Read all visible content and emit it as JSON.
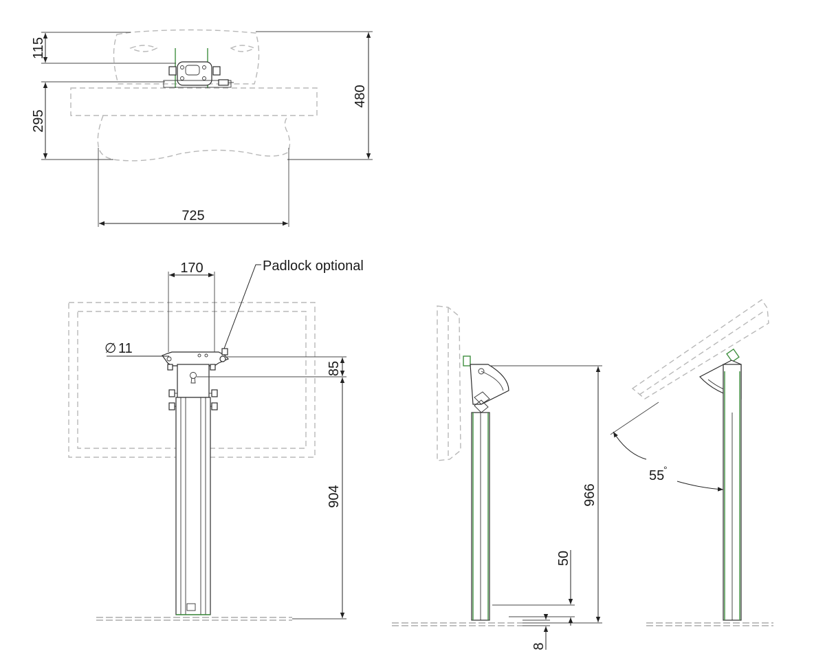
{
  "top_view": {
    "dim_height_upper": "115",
    "dim_height_lower": "295",
    "dim_total_depth": "480",
    "dim_width": "725"
  },
  "front_view": {
    "dim_column_width": "170",
    "label_padlock": "Padlock optional",
    "dim_hole_diameter": "11",
    "diameter_symbol": "∅",
    "dim_top_offset": "85",
    "dim_column_height": "904"
  },
  "side_view": {
    "dim_total_height": "966",
    "dim_foot_height": "50",
    "dim_base_plate": "8"
  },
  "tilted_view": {
    "angle_value": "55",
    "degree_symbol": "°"
  },
  "colors": {
    "ghost_outline": "#b8b8b8",
    "part_outline": "#2b2b2b",
    "accent_green": "#3f8f3f"
  }
}
